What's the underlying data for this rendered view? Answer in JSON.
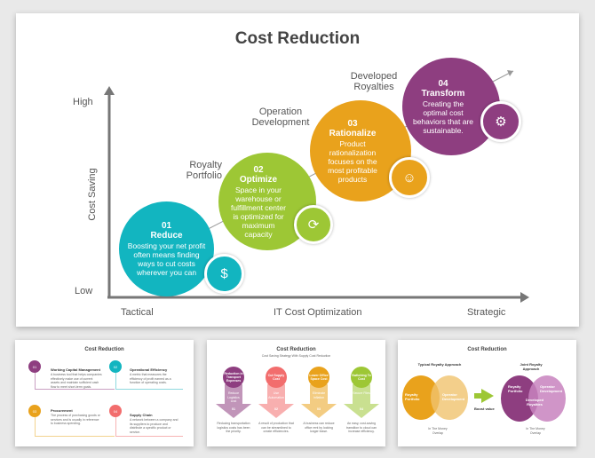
{
  "main": {
    "title": "Cost Reduction",
    "y_axis": {
      "label": "Cost Saving",
      "high": "High",
      "low": "Low"
    },
    "x_axis": {
      "left": "Tactical",
      "center": "IT Cost Optimization",
      "right": "Strategic"
    },
    "stages": [
      {
        "num": "01",
        "title": "Reduce",
        "desc": "Boosting your net profit often means finding ways to cut costs wherever you can",
        "color": "#12b5c0",
        "icon": "dollar-icon"
      },
      {
        "num": "02",
        "title": "Optimize",
        "desc": "Space in your warehouse or fulfillment center is optimized for maximum capacity",
        "color": "#9dc735",
        "icon": "chart-cycle-icon",
        "side": "Royalty Portfolio"
      },
      {
        "num": "03",
        "title": "Rationalize",
        "desc": "Product rationalization focuses on the most profitable products",
        "color": "#e9a21c",
        "icon": "head-brain-icon",
        "side": "Operation Development"
      },
      {
        "num": "04",
        "title": "Transform",
        "desc": "Creating the optimal cost behaviors that are sustainable.",
        "color": "#8e3e80",
        "icon": "gear-chart-icon",
        "side": "Developed Royalties"
      }
    ]
  },
  "thumbs": [
    {
      "title": "Cost Reduction",
      "items": [
        {
          "num": "01",
          "title": "Working Capital Management",
          "desc": "A business tool that helps companies effectively make use of current assets and maintain sufficient cash flow to meet short-term goals.",
          "color": "#8e3e80"
        },
        {
          "num": "02",
          "title": "Operational Efficiency",
          "desc": "A metric that measures the efficiency of profit earned as a function of operating costs.",
          "color": "#12b5c0"
        },
        {
          "num": "03",
          "title": "Procurement",
          "desc": "The process of purchasing goods or services and is usually in reference to business spending.",
          "color": "#e9a21c"
        },
        {
          "num": "04",
          "title": "Supply Chain",
          "desc": "A network between a company and its suppliers to produce and distribute a specific product or service.",
          "color": "#f26d6d"
        }
      ]
    },
    {
      "title": "Cost Reduction",
      "subtitle": "Cost Saving Strategy With Supply Cost Reduction",
      "items": [
        {
          "num": "01",
          "title": "Reduction in Transport Expenses",
          "arrow": "Reduce Logistics cost",
          "desc": "Reducing transportation logistics costs has been the priority.",
          "color": "#8e3e80"
        },
        {
          "num": "02",
          "title": "Cut Supply Cost",
          "arrow": "Use Automation",
          "desc": "A result of production that can be streamlined to create efficiencies.",
          "color": "#f26d6d"
        },
        {
          "num": "03",
          "title": "Lower Office Space Cost",
          "arrow": "Eliminate Inflation",
          "desc": "A business can reduce office rent by locking longer lease.",
          "color": "#e9a21c"
        },
        {
          "num": "04",
          "title": "Switching To Cost",
          "arrow": "Secure Files",
          "desc": "An easy, cost-saving transition to cloud can increase efficiency.",
          "color": "#9dc735"
        }
      ]
    },
    {
      "title": "Cost Reduction",
      "left": {
        "heading": "Typical Royalty Approach",
        "a": "Royalty Portfolio",
        "b": "Operator Development",
        "note": "In The Money Overlap"
      },
      "arrow": "Boost value",
      "right": {
        "heading": "Joint Royalty Approach",
        "a": "Royalty Portfolio",
        "b": "Operator Development",
        "c": "Developed Royalties",
        "note": "In The Money Overlap"
      }
    }
  ]
}
